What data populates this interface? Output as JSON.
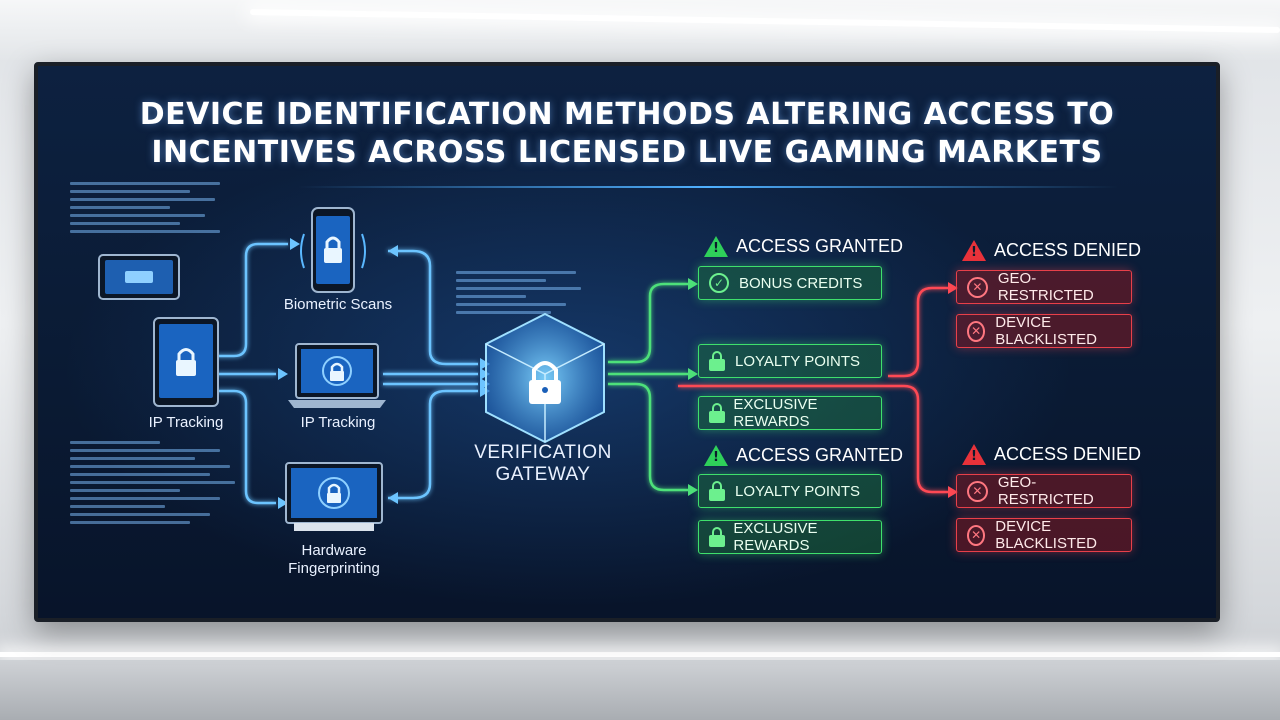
{
  "title": {
    "line1": "DEVICE IDENTIFICATION METHODS ALTERING ACCESS TO",
    "line2": "INCENTIVES ACROSS LICENSED LIVE GAMING MARKETS"
  },
  "methods": {
    "biometric": "Biometric Scans",
    "ip_left": "IP Tracking",
    "ip_center": "IP Tracking",
    "hardware_line1": "Hardware",
    "hardware_line2": "Fingerprinting"
  },
  "gateway": {
    "line1": "VERIFICATION",
    "line2": "GATEWAY"
  },
  "granted_top": {
    "heading": "ACCESS GRANTED",
    "items": [
      "BONUS CREDITS",
      "LOYALTY POINTS",
      "EXCLUSIVE REWARDS"
    ]
  },
  "granted_bottom": {
    "heading": "ACCESS GRANTED",
    "items": [
      "LOYALTY POINTS",
      "EXCLUSIVE REWARDS"
    ]
  },
  "denied_top": {
    "heading": "ACCESS DENIED",
    "items": [
      "GEO-RESTRICTED",
      "DEVICE BLACKLISTED"
    ]
  },
  "denied_bottom": {
    "heading": "ACCESS DENIED",
    "items": [
      "GEO-RESTRICTED",
      "DEVICE BLACKLISTED"
    ]
  },
  "colors": {
    "granted": "#3fe06c",
    "denied": "#e8404a",
    "flow": "#5ab8ff"
  },
  "icons": {
    "warning": "warning-triangle-icon",
    "check": "check-circle-icon",
    "lock": "lock-icon",
    "deny": "x-circle-icon"
  }
}
